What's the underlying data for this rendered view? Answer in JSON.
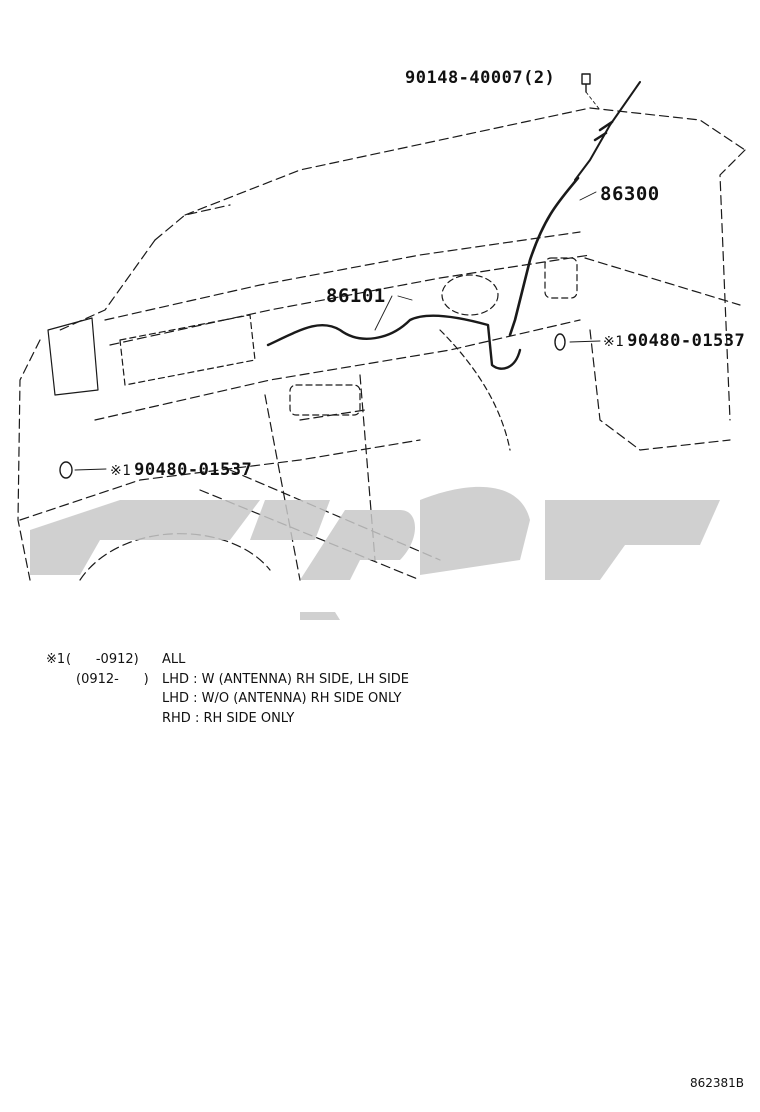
{
  "parts": {
    "bolt": "90148-40007(2)",
    "antenna": "86300",
    "cord": "86101",
    "grommet_rh": "90480-01537",
    "grommet_lh": "90480-01537",
    "mark": "※1"
  },
  "notes": {
    "line1": {
      "mark": "※1",
      "range": "(      -0912)",
      "value": "ALL"
    },
    "line2": {
      "range": "(0912-      )",
      "value": "LHD : W (ANTENNA) RH SIDE, LH SIDE"
    },
    "line3": {
      "value": "LHD : W/O (ANTENNA) RH SIDE ONLY"
    },
    "line4": {
      "value": "RHD : RH SIDE ONLY"
    }
  },
  "figure_code": "862381B",
  "colors": {
    "line": "#1a1a1a",
    "watermark": "#c8c8c8"
  }
}
